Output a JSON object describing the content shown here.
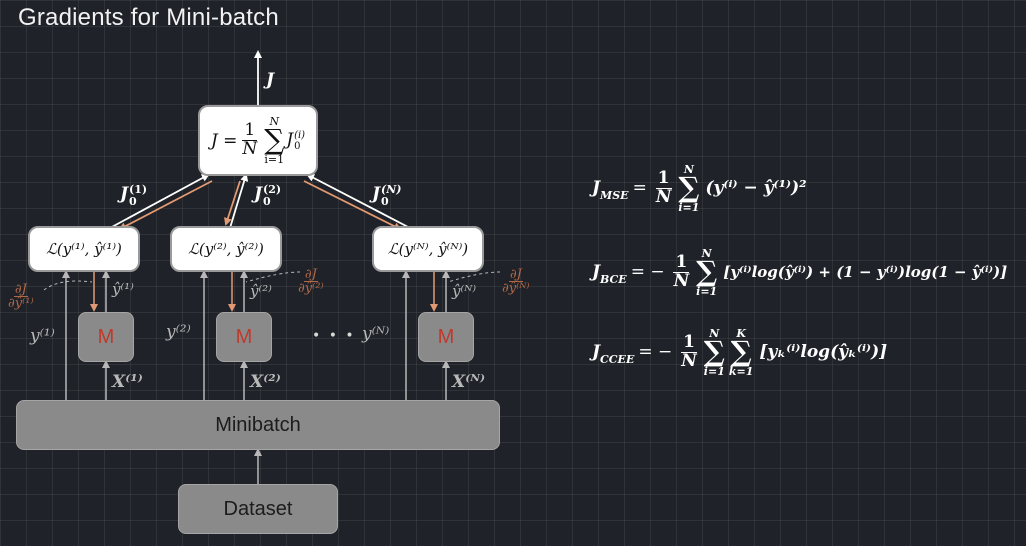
{
  "title": "Gradients for Mini-batch",
  "top_box": {
    "lhs": "J =",
    "frac_num": "1",
    "frac_den": "N",
    "sum_upper": "N",
    "sum_lower": "i=1",
    "term": "J",
    "term_sub": "0",
    "term_sup": "(i)"
  },
  "output_label": "J",
  "edge_labels": [
    {
      "base": "J",
      "sub": "0",
      "sup": "(1)"
    },
    {
      "base": "J",
      "sub": "0",
      "sup": "(2)"
    },
    {
      "base": "J",
      "sub": "0",
      "sup": "(N)"
    }
  ],
  "loss_boxes": [
    {
      "text": "ℒ(y⁽¹⁾, ŷ⁽¹⁾)"
    },
    {
      "text": "ℒ(y⁽²⁾, ŷ⁽²⁾)"
    },
    {
      "text": "ℒ(y⁽ᴺ⁾, ŷ⁽ᴺ⁾)"
    }
  ],
  "grad_labels": [
    {
      "num": "∂J",
      "den": "∂ŷ⁽¹⁾"
    },
    {
      "num": "∂J",
      "den": "∂ŷ⁽²⁾"
    },
    {
      "num": "∂J",
      "den": "∂ŷ⁽ᴺ⁾"
    }
  ],
  "yhat_labels": [
    "ŷ⁽¹⁾",
    "ŷ⁽²⁾",
    "ŷ⁽ᴺ⁾"
  ],
  "y_labels": [
    "y⁽¹⁾",
    "y⁽²⁾",
    "y⁽ᴺ⁾"
  ],
  "x_labels": [
    "X⁽¹⁾",
    "X⁽²⁾",
    "X⁽ᴺ⁾"
  ],
  "model_label": "M",
  "ellipsis": "• • •",
  "minibatch_label": "Minibatch",
  "dataset_label": "Dataset",
  "equations": {
    "mse": {
      "lhs": "J",
      "lhs_sub": "MSE",
      "frac_num": "1",
      "frac_den": "N",
      "sum_upper": "N",
      "sum_lower": "i=1",
      "body": "(y⁽ⁱ⁾ − ŷ⁽¹⁾)²"
    },
    "bce": {
      "lhs": "J",
      "lhs_sub": "BCE",
      "frac_num": "1",
      "frac_den": "N",
      "sum_upper": "N",
      "sum_lower": "i=1",
      "body": "[y⁽ⁱ⁾log(ŷ⁽ⁱ⁾) + (1 − y⁽ⁱ⁾)log(1 − ŷ⁽ⁱ⁾)]"
    },
    "ccee": {
      "lhs": "J",
      "lhs_sub": "CCEE",
      "frac_num": "1",
      "frac_den": "N",
      "sum1_upper": "N",
      "sum1_lower": "i=1",
      "sum2_upper": "K",
      "sum2_lower": "k=1",
      "body": "[yₖ⁽ⁱ⁾log(ŷₖ⁽ⁱ⁾)]"
    }
  }
}
